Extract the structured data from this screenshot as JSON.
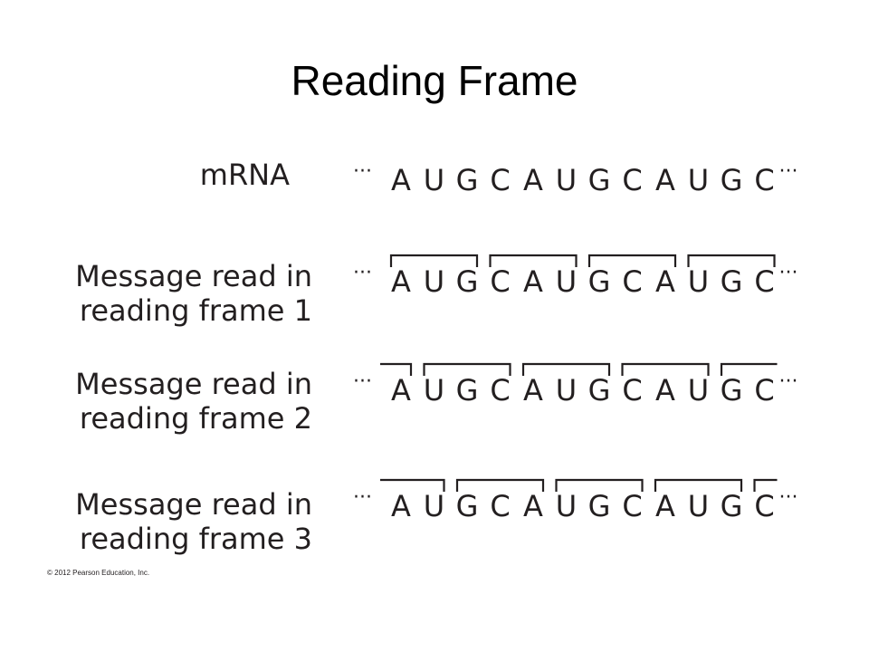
{
  "title": "Reading Frame",
  "sequence": [
    "A",
    "U",
    "G",
    "C",
    "A",
    "U",
    "G",
    "C",
    "A",
    "U",
    "G",
    "C"
  ],
  "ellipsis": "···",
  "rows": [
    {
      "id": "mrna",
      "label_lines": [
        "mRNA"
      ],
      "frame": 0
    },
    {
      "id": "frame-1",
      "label_lines": [
        "Message read in",
        "reading frame 1"
      ],
      "frame": 1
    },
    {
      "id": "frame-2",
      "label_lines": [
        "Message read in",
        "reading frame 2"
      ],
      "frame": 2
    },
    {
      "id": "frame-3",
      "label_lines": [
        "Message read in",
        "reading frame 3"
      ],
      "frame": 3
    }
  ],
  "copyright": "© 2012 Pearson Education, Inc."
}
